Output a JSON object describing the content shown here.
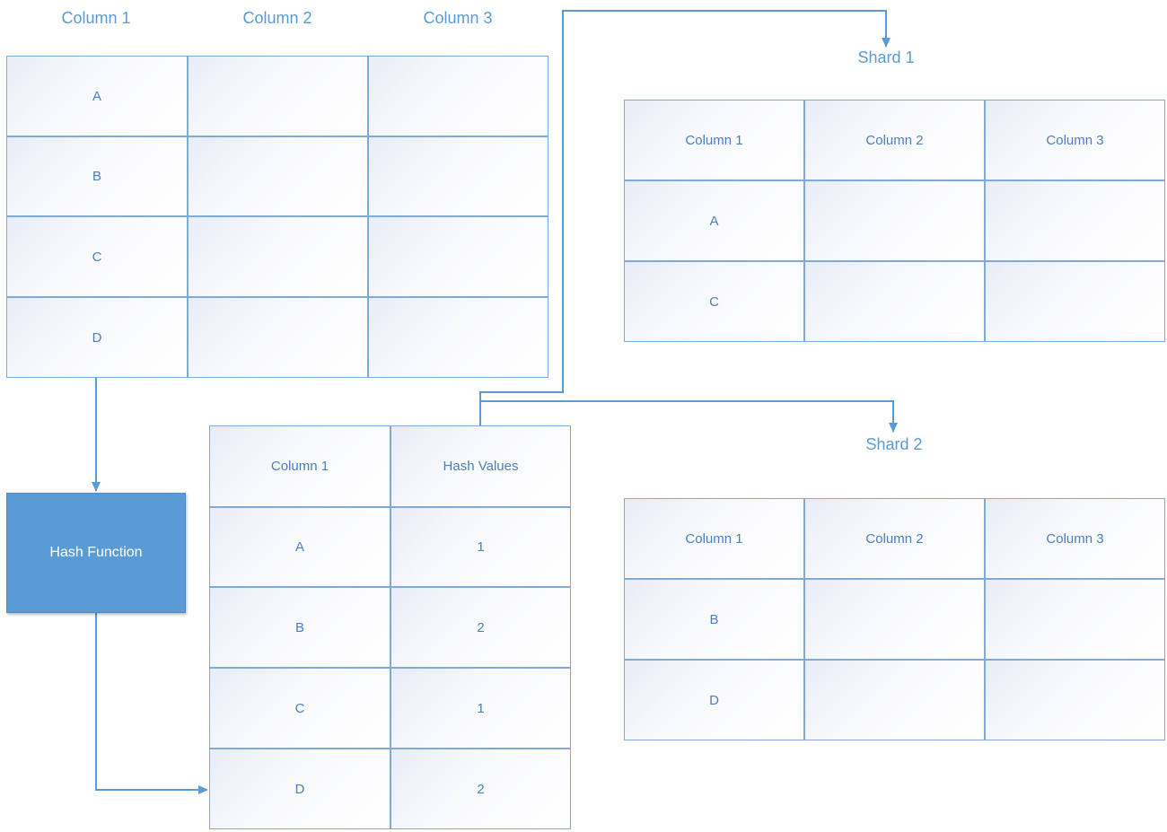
{
  "source_table": {
    "headers": [
      "Column 1",
      "Column 2",
      "Column 3"
    ],
    "rows": [
      [
        "A",
        "",
        ""
      ],
      [
        "B",
        "",
        ""
      ],
      [
        "C",
        "",
        ""
      ],
      [
        "D",
        "",
        ""
      ]
    ]
  },
  "hash_function": {
    "label": "Hash Function"
  },
  "hash_table": {
    "rows": [
      [
        "Column 1",
        "Hash Values"
      ],
      [
        "A",
        "1"
      ],
      [
        "B",
        "2"
      ],
      [
        "C",
        "1"
      ],
      [
        "D",
        "2"
      ]
    ]
  },
  "shard1": {
    "title": "Shard 1",
    "rows": [
      [
        "Column 1",
        "Column 2",
        "Column 3"
      ],
      [
        "A",
        "",
        ""
      ],
      [
        "C",
        "",
        ""
      ]
    ]
  },
  "shard2": {
    "title": "Shard 2",
    "rows": [
      [
        "Column 1",
        "Column 2",
        "Column 3"
      ],
      [
        "B",
        "",
        ""
      ],
      [
        "D",
        "",
        ""
      ]
    ]
  },
  "colors": {
    "line": "#5b9bd5",
    "border": "#7fa9d6",
    "hash_box": "#5b9bd5"
  }
}
